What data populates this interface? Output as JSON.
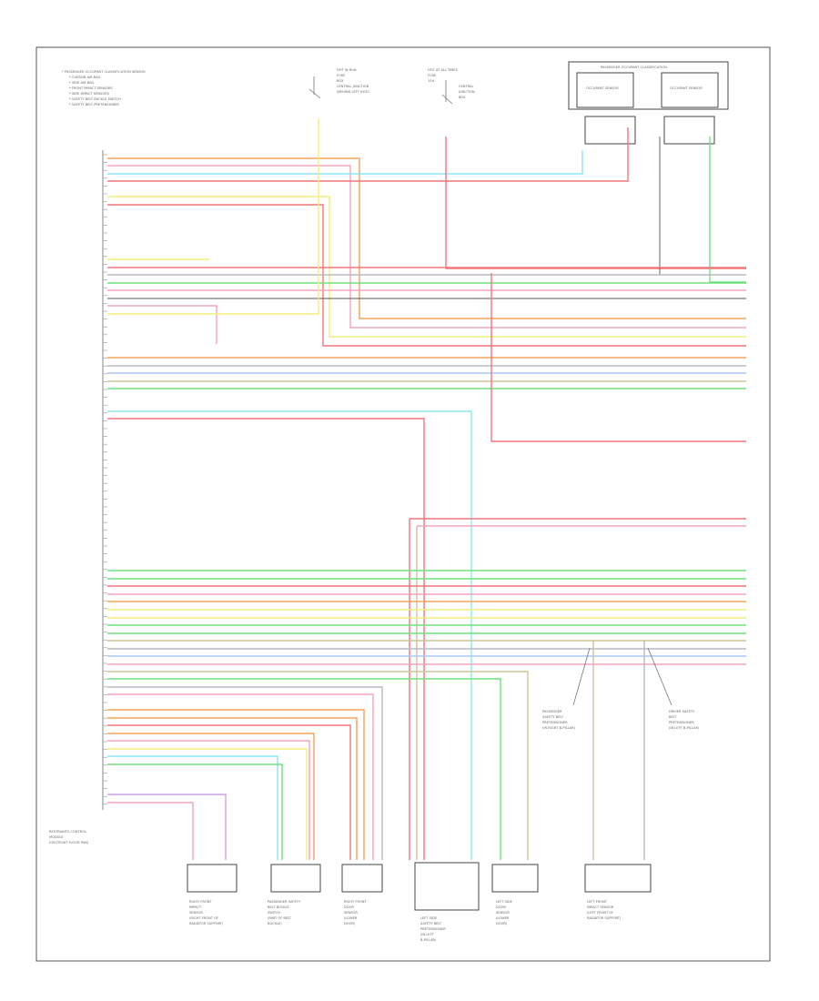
{
  "diagram": {
    "module_name_lines": [
      "RESTRAINTS CONTROL",
      "MODULE",
      "(ON FRONT FLOOR PAN)"
    ],
    "footer_code": "",
    "notes": [
      "* PASSENGER OCCUPANT CLASSIFICATION SENSOR",
      "* CURTAIN AIR BAG",
      "* SIDE AIR BAG",
      "* FRONT IMPACT SENSORS",
      "* SIDE IMPACT SENSORS",
      "* SAFETY BELT BUCKLE SWITCH",
      "* SAFETY BELT PRETENSIONER"
    ],
    "top_items": {
      "hot_at_all_times": {
        "lines": [
          "HOT AT ALL TIMES",
          "FUSE",
          "15A"
        ]
      },
      "fuse_junction": {
        "lines": [
          "HOT IN RUN",
          "FUSE",
          "BOX",
          "CENTRAL JUNCTION",
          "(BEHIND LEFT KICK)"
        ]
      },
      "passenger_module": {
        "title": "PASSENGER OCCUPANT CLASSIFICATION",
        "left": "OCCUPANT SENSOR",
        "right": "OCCUPANT SENSOR"
      }
    },
    "bottom_components": [
      {
        "id": "rf-sensor",
        "lines": [
          "RIGHT FRONT",
          "IMPACT",
          "SENSOR",
          "(RIGHT FRONT OF",
          "RADIATOR SUPPORT)"
        ]
      },
      {
        "id": "pass-belt",
        "lines": [
          "PASSENGER SAFETY",
          "BELT BUCKLE",
          "SWITCH",
          "(PART OF BELT",
          "BUCKLE)"
        ]
      },
      {
        "id": "rf-door",
        "lines": [
          "RIGHT FRONT",
          "DOOR",
          "SENSOR",
          "(LOWER",
          "DOOR)"
        ]
      },
      {
        "id": "lf-door",
        "lines": [
          "LEFT SIDE",
          "SAFETY BELT",
          "PRETENSIONER",
          "(IN LEFT",
          "B-PILLAR)"
        ]
      },
      {
        "id": "lf-door-sensor",
        "lines": [
          "LEFT SIDE",
          "DOOR",
          "SENSOR",
          "(LOWER",
          "DOOR)"
        ]
      },
      {
        "id": "lf-impact",
        "lines": [
          "LEFT FRONT",
          "IMPACT SENSOR",
          "(LEFT FRONT OF",
          "RADIATOR SUPPORT)"
        ]
      }
    ],
    "callouts": [
      {
        "lines": [
          "PASSENGER",
          "SAFETY BELT",
          "PRETENSIONER",
          "(IN RIGHT B-PILLAR)"
        ]
      },
      {
        "lines": [
          "DRIVER SAFETY",
          "BELT",
          "PRETENSIONER",
          "(IN LEFT B-PILLAR)"
        ]
      }
    ],
    "colors": {
      "red": "#f2767b",
      "pink": "#f5a3c0",
      "yellow": "#f3ee7c",
      "cyan": "#8fe5f0",
      "green": "#6fe07c",
      "orange": "#f3a35c",
      "gray": "#b8b8c4",
      "tan": "#cfc29a",
      "violet": "#c9a3e8",
      "black": "#555555",
      "lightblue": "#a9c8f0"
    }
  }
}
